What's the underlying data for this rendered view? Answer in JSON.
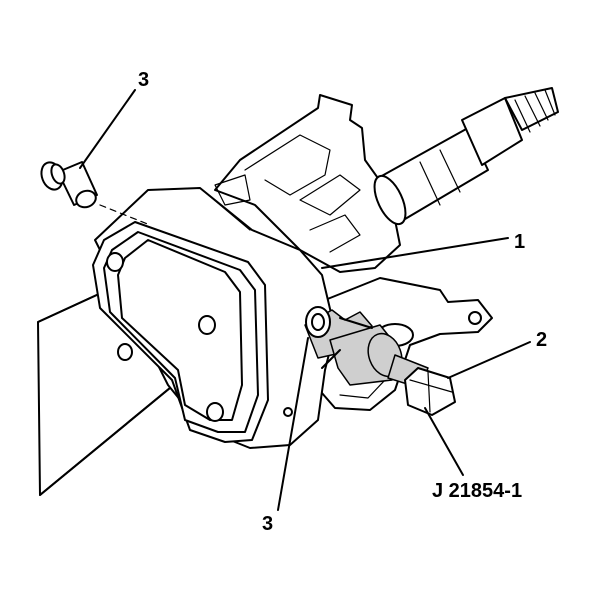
{
  "callouts": {
    "top_left": "3",
    "housing": "1",
    "tool": "2",
    "bottom": "3",
    "tool_number": "J 21854-1"
  },
  "colors": {
    "line": "#000000",
    "background": "#ffffff",
    "shade": "#cfcfcf"
  }
}
